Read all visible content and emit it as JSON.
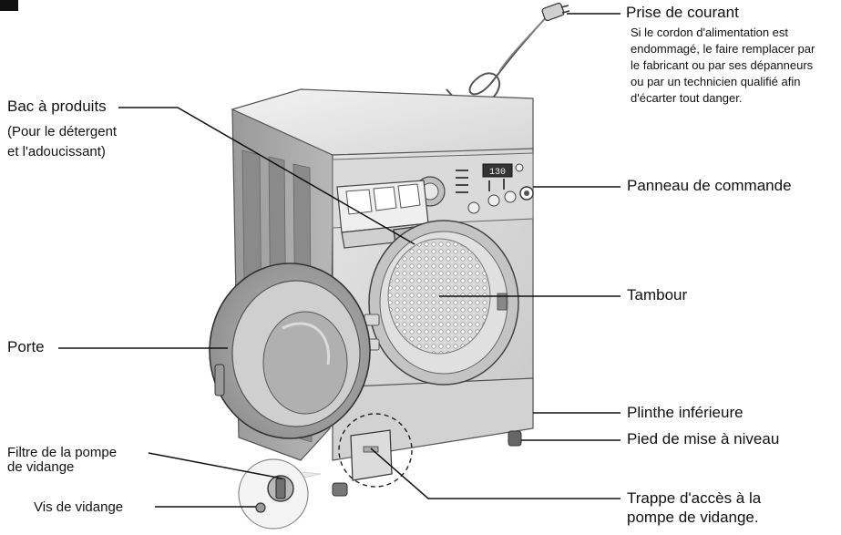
{
  "labels": {
    "power_plug": "Prise de courant",
    "power_note": [
      "Si le cordon d'alimentation est",
      "endommagé, le faire remplacer par",
      "le fabricant ou par ses dépanneurs",
      "ou par un technicien qualifié afin",
      "d'écarter tout danger."
    ],
    "dispenser": "Bac à produits",
    "dispenser_note": [
      "(Pour le détergent",
      "et l'adoucissant)"
    ],
    "control_panel": "Panneau de commande",
    "drum": "Tambour",
    "door": "Porte",
    "lower_cover": "Plinthe inférieure",
    "leveling_foot": "Pied de mise à niveau",
    "pump_filter": [
      "Filtre de la pompe",
      "de vidange"
    ],
    "drain_screw": "Vis de vidange",
    "pump_access": [
      "Trappe d'accès à la",
      "pompe de vidange."
    ]
  },
  "display": {
    "readout": "130"
  }
}
